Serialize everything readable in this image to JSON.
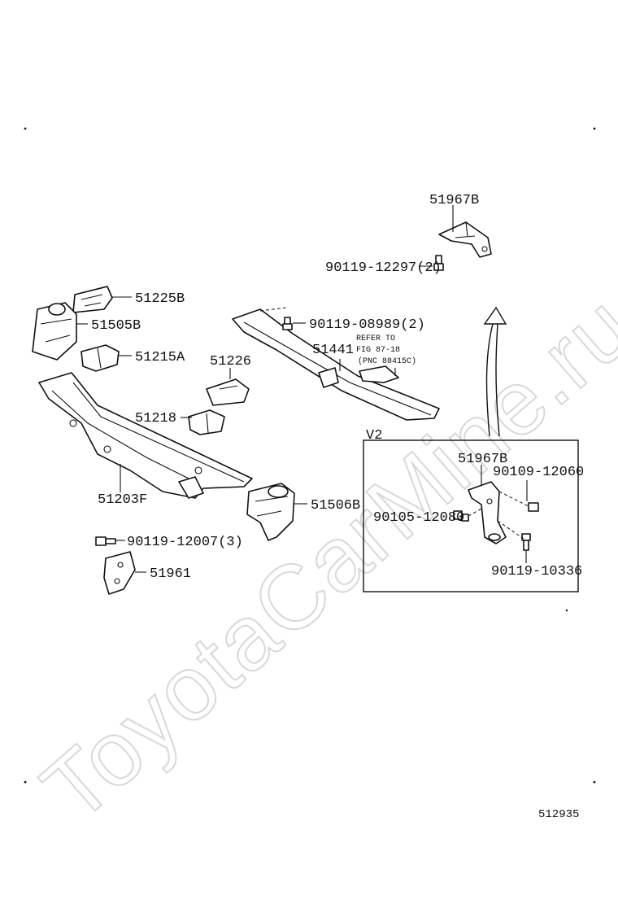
{
  "watermark": "ToyotaCarMine.ru",
  "diagram_id": "512935",
  "inset_title": "V2",
  "reference_note": {
    "line1": "REFER TO",
    "line2": "FIG 87-18",
    "line3": "(PNC 88415C)"
  },
  "parts": [
    {
      "id": "51967B",
      "qty": ""
    },
    {
      "id": "90119-12297",
      "qty": "(2)"
    },
    {
      "id": "51225B",
      "qty": ""
    },
    {
      "id": "51505B",
      "qty": ""
    },
    {
      "id": "51215A",
      "qty": ""
    },
    {
      "id": "90119-08989",
      "qty": "(2)"
    },
    {
      "id": "51441",
      "qty": ""
    },
    {
      "id": "51226",
      "qty": ""
    },
    {
      "id": "51218",
      "qty": ""
    },
    {
      "id": "51203F",
      "qty": ""
    },
    {
      "id": "51506B",
      "qty": ""
    },
    {
      "id": "90119-12007",
      "qty": "(3)"
    },
    {
      "id": "51961",
      "qty": ""
    },
    {
      "id": "51967B",
      "qty": ""
    },
    {
      "id": "90109-12060",
      "qty": ""
    },
    {
      "id": "90105-12080",
      "qty": ""
    },
    {
      "id": "90119-10336",
      "qty": ""
    }
  ]
}
